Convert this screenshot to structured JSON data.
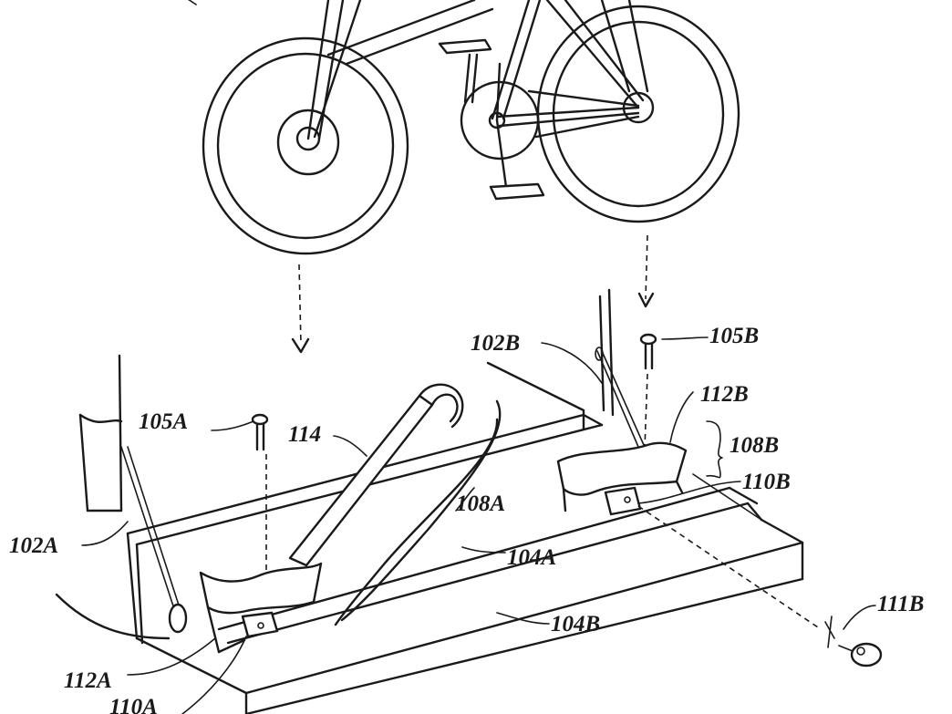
{
  "labels": {
    "l102a": "102A",
    "l102b": "102B",
    "l104a": "104A",
    "l104b": "104B",
    "l105a": "105A",
    "l105b": "105B",
    "l108a": "108A",
    "l108b": "108B",
    "l110a": "110A",
    "l110b": "110B",
    "l111b": "111B",
    "l112a": "112A",
    "l112b": "112B",
    "l114": "114"
  }
}
